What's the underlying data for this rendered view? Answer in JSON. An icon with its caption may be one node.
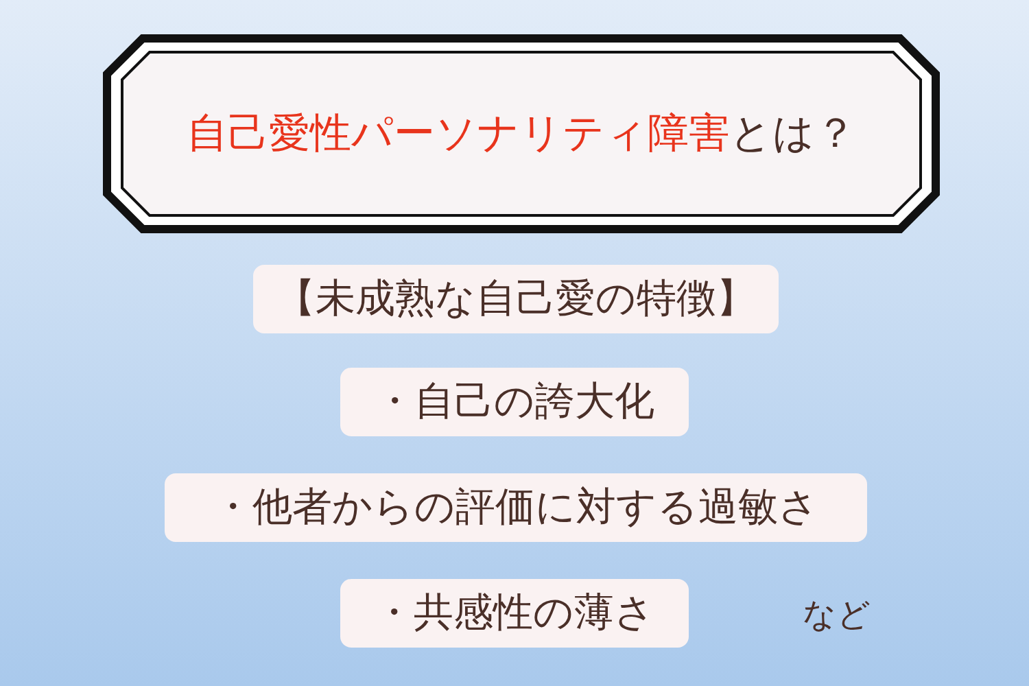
{
  "diagram": {
    "nodes": [
      {
        "text": [
          "自己愛性パーソナリティ障害",
          "とは？"
        ]
      },
      {
        "text": [
          "【未成熟な自己愛の特徴】"
        ]
      },
      {
        "text": [
          "・自己の誇大化"
        ]
      },
      {
        "text": [
          "・他者からの評価に対する過敏さ"
        ]
      },
      {
        "text": [
          "・共感性の薄さ"
        ]
      }
    ],
    "edges": [],
    "labels": [
      "など"
    ]
  }
}
